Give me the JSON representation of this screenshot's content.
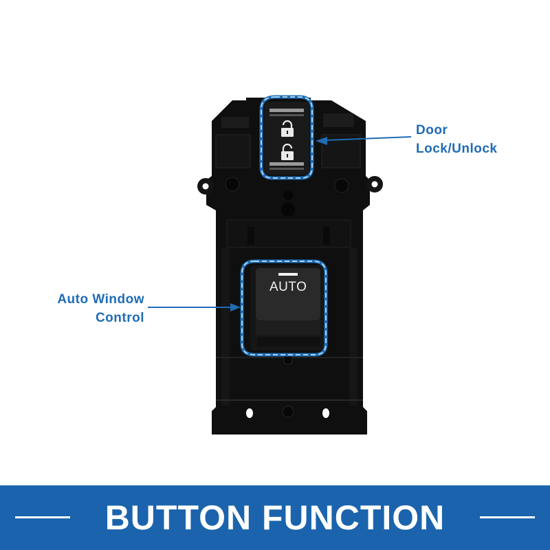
{
  "callouts": {
    "door": {
      "line1": "Door",
      "line2": "Lock/Unlock"
    },
    "auto": {
      "line1": "Auto Window",
      "line2": "Control"
    }
  },
  "switch": {
    "auto_label": "AUTO"
  },
  "banner": {
    "title": "BUTTON FUNCTION"
  },
  "colors": {
    "accent": "#1f6cb5",
    "banner": "#1b64ad",
    "dashed_outline": "#8fc3e6",
    "housing": "#0e0e0e"
  },
  "icons": [
    "lock-icon",
    "unlock-icon"
  ]
}
